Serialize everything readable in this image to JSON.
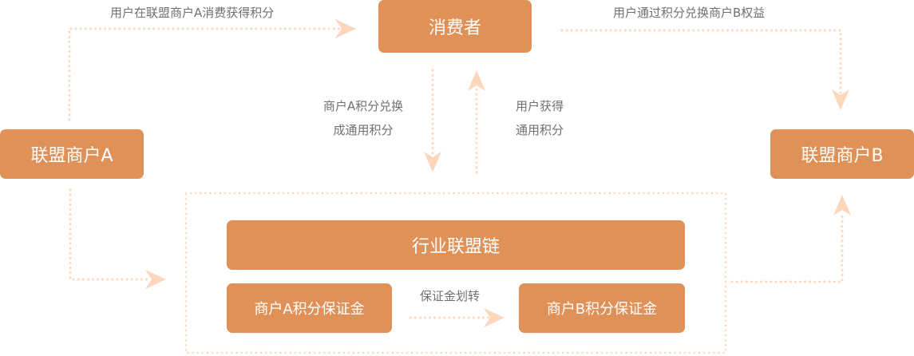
{
  "colors": {
    "node_fill": "#e09158",
    "node_text": "#ffffff",
    "connector": "#fdd9c0",
    "label_text": "#707070"
  },
  "nodes": {
    "consumer": "消费者",
    "merchant_a": "联盟商户A",
    "merchant_b": "联盟商户B",
    "chain": "行业联盟链",
    "deposit_a": "商户A积分保证金",
    "deposit_b": "商户B积分保证金"
  },
  "edges": {
    "a_to_consumer": "用户在联盟商户A消费获得积分",
    "consumer_to_b": "用户通过积分兑换商户B权益",
    "exchange_line1": "商户A积分兑换",
    "exchange_line2": "成通用积分",
    "receive_line1": "用户获得",
    "receive_line2": "通用积分",
    "deposit_transfer": "保证金划转"
  }
}
